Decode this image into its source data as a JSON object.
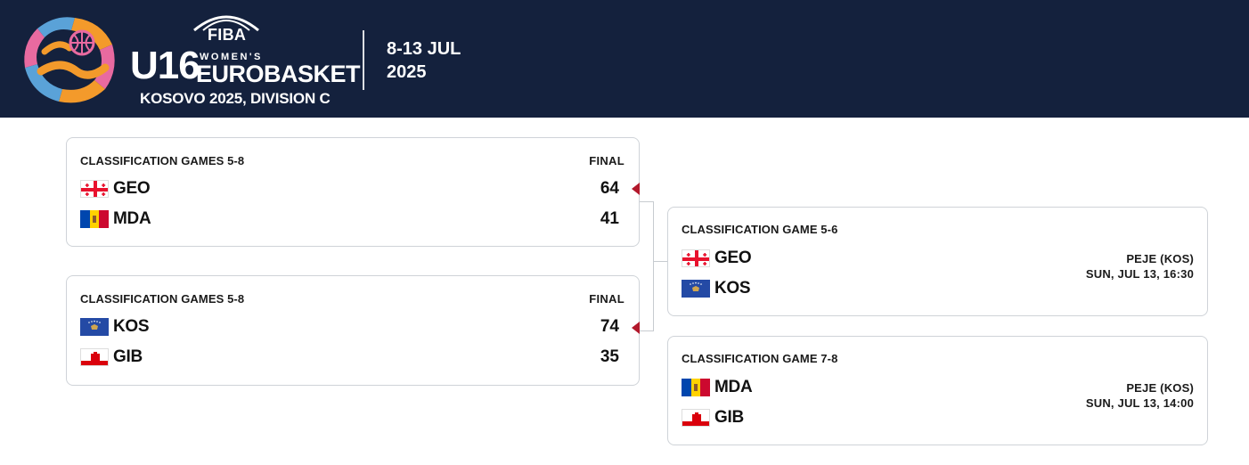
{
  "header": {
    "fiba": "FIBA",
    "u16": "U16",
    "womens": "WOMEN'S",
    "eurobasket": "EUROBASKET",
    "subtitle": "KOSOVO 2025, DIVISION C",
    "dates_line1": "8-13 JUL",
    "dates_line2": "2025",
    "colors": {
      "background": "#14213d",
      "accent_orange": "#f39a2b",
      "accent_blue": "#5aa2d8",
      "accent_pink": "#e86aa0"
    }
  },
  "games": [
    {
      "title": "CLASSIFICATION GAMES 5-8",
      "status": "FINAL",
      "teams": [
        {
          "code": "GEO",
          "score": "64",
          "flag": "georgia-flag",
          "winner": true
        },
        {
          "code": "MDA",
          "score": "41",
          "flag": "moldova-flag",
          "winner": false
        }
      ]
    },
    {
      "title": "CLASSIFICATION GAMES 5-8",
      "status": "FINAL",
      "teams": [
        {
          "code": "KOS",
          "score": "74",
          "flag": "kosovo-flag",
          "winner": true
        },
        {
          "code": "GIB",
          "score": "35",
          "flag": "gibraltar-flag",
          "winner": false
        }
      ]
    },
    {
      "title": "CLASSIFICATION GAME 5-6",
      "venue": "PEJE (KOS)",
      "datetime": "SUN, JUL 13, 16:30",
      "teams": [
        {
          "code": "GEO",
          "flag": "georgia-flag"
        },
        {
          "code": "KOS",
          "flag": "kosovo-flag"
        }
      ]
    },
    {
      "title": "CLASSIFICATION GAME 7-8",
      "venue": "PEJE (KOS)",
      "datetime": "SUN, JUL 13, 14:00",
      "teams": [
        {
          "code": "MDA",
          "flag": "moldova-flag"
        },
        {
          "code": "GIB",
          "flag": "gibraltar-flag"
        }
      ]
    }
  ],
  "colors": {
    "winner_arrow": "#b2182b",
    "card_border": "#cfd3d8"
  }
}
